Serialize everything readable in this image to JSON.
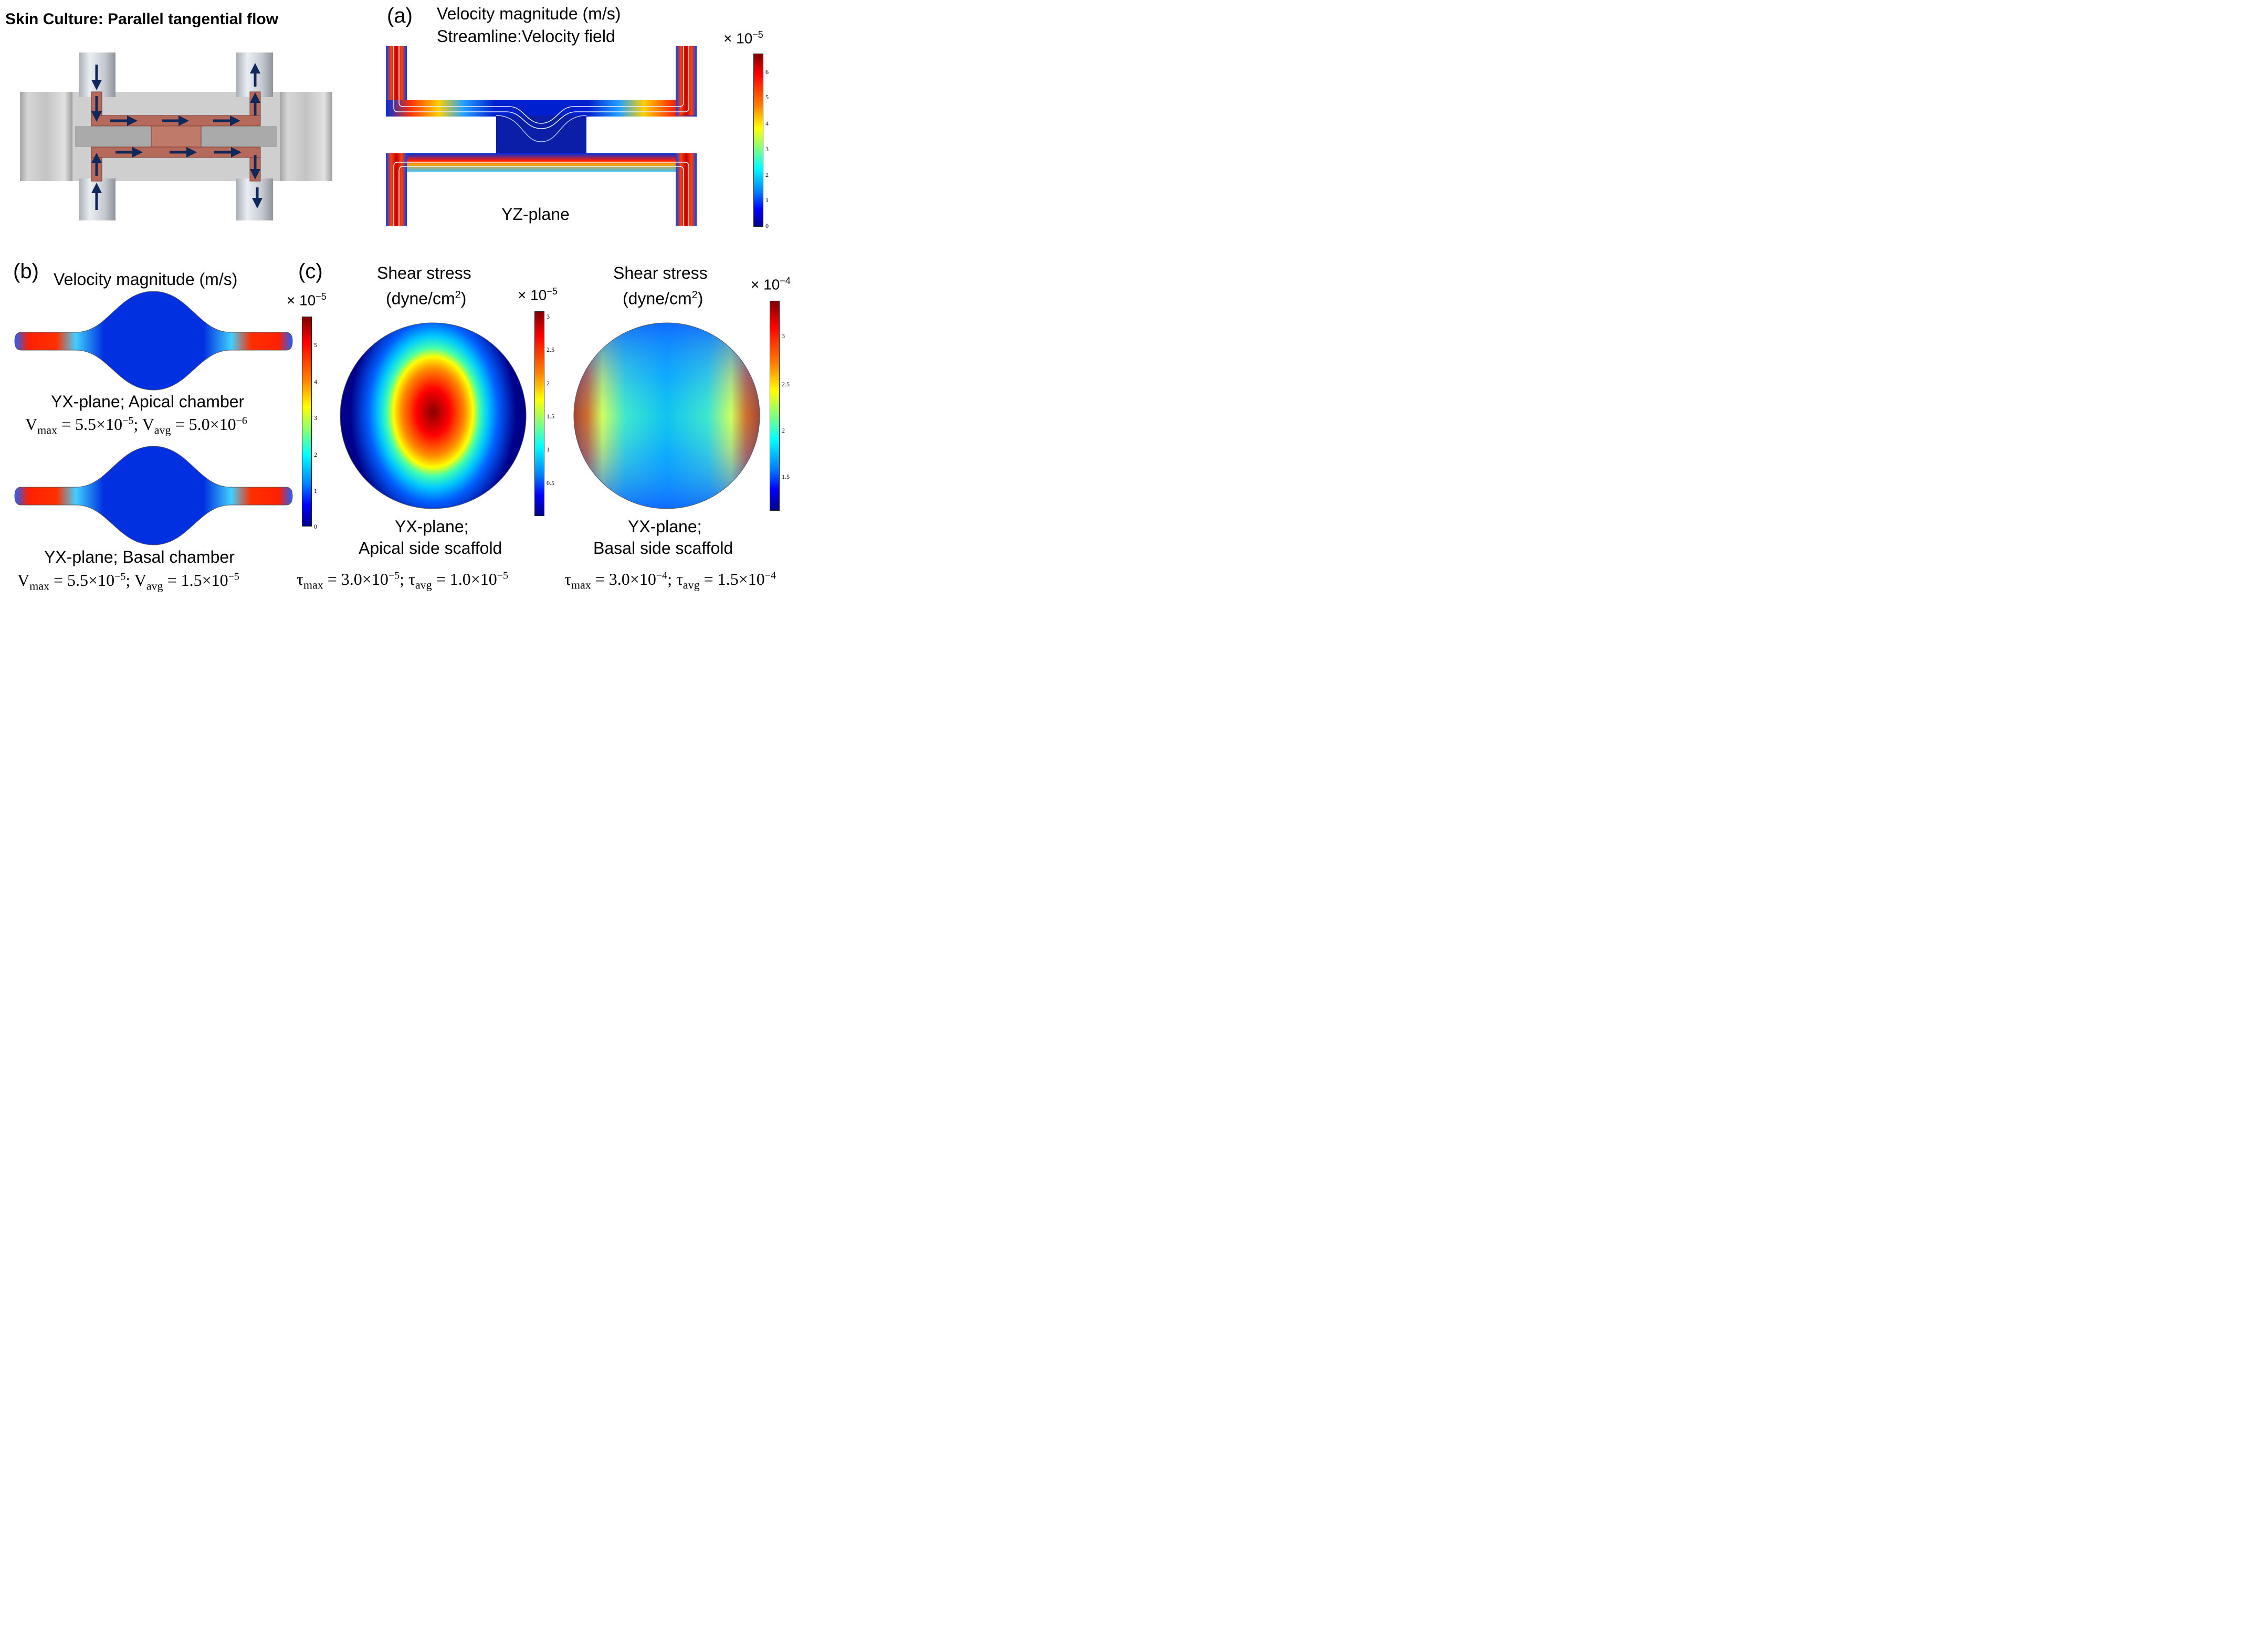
{
  "title": "Skin Culture: Parallel tangential flow",
  "panel_a": {
    "label": "(a)",
    "heading_line1": "Velocity magnitude (m/s)",
    "heading_line2": "Streamline:Velocity field",
    "plane": "YZ-plane",
    "colorbar": {
      "multiplier": "× 10",
      "exponent": "−5",
      "ticks": [
        "6",
        "5",
        "4",
        "3",
        "2",
        "1",
        "0"
      ]
    }
  },
  "panel_b": {
    "label": "(b)",
    "heading": "Velocity magnitude  (m/s)",
    "colorbar": {
      "multiplier": "× 10",
      "exponent": "−5",
      "ticks": [
        "5",
        "4",
        "3",
        "2",
        "1",
        "0"
      ]
    },
    "apical": {
      "caption": "YX-plane; Apical chamber",
      "vmax_sym": "V",
      "vmax_sub": "max",
      "vmax_val": " = 5.5×10",
      "vmax_exp": "−5",
      "vavg_sym": "V",
      "vavg_sub": "avg",
      "vavg_val": " = 5.0×10",
      "vavg_exp": "−6"
    },
    "basal": {
      "caption": "YX-plane; Basal chamber",
      "vmax_sym": "V",
      "vmax_sub": "max",
      "vmax_val": " = 5.5×10",
      "vmax_exp": "−5",
      "vavg_sym": "V",
      "vavg_sub": "avg",
      "vavg_val": " = 1.5×10",
      "vavg_exp": "−5"
    }
  },
  "panel_c": {
    "label": "(c)",
    "apical": {
      "heading_line1": "Shear stress",
      "heading_line2_pre": "(dyne/cm",
      "heading_line2_sup": "2",
      "heading_line2_post": ")",
      "colorbar": {
        "multiplier": "× 10",
        "exponent": "−5",
        "ticks": [
          "3",
          "2.5",
          "2",
          "1.5",
          "1",
          "0.5"
        ]
      },
      "caption_line1": "YX-plane;",
      "caption_line2": "Apical side scaffold",
      "tmax_sym": "τ",
      "tmax_sub": "max",
      "tmax_val": " = 3.0×10",
      "tmax_exp": "−5",
      "tavg_sym": "τ",
      "tavg_sub": "avg",
      "tavg_val": " = 1.0×10",
      "tavg_exp": "−5"
    },
    "basal": {
      "heading_line1": "Shear stress",
      "heading_line2_pre": "(dyne/cm",
      "heading_line2_sup": "2",
      "heading_line2_post": ")",
      "colorbar": {
        "multiplier": "× 10",
        "exponent": "−4",
        "ticks": [
          "3",
          "2.5",
          "2",
          "1.5"
        ]
      },
      "caption_line1": "YX-plane;",
      "caption_line2": "Basal side scaffold",
      "tmax_sym": "τ",
      "tmax_sub": "max",
      "tmax_val": " = 3.0×10",
      "tmax_exp": "−4",
      "tavg_sym": "τ",
      "tavg_sub": "avg",
      "tavg_val": " = 1.5×10",
      "tavg_exp": "−4"
    }
  },
  "colors": {
    "flow_arrow": "#10275a",
    "channel": "#b5695a",
    "housing": "#c8c8c8"
  }
}
